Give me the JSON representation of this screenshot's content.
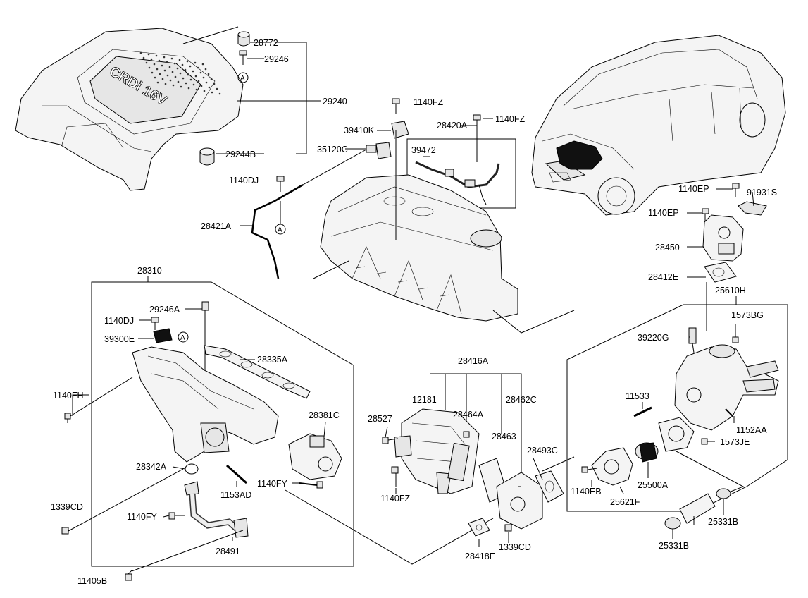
{
  "cover_logo_text": "CRDi 16V",
  "callout_circle": "A",
  "labels": {
    "l28772": "28772",
    "l29246": "29246",
    "l29240": "29240",
    "l29244B": "29244B",
    "l1140FZ_a": "1140FZ",
    "l39410K": "39410K",
    "l35120C": "35120C",
    "l28420A": "28420A",
    "l1140FZ_b": "1140FZ",
    "l39472": "39472",
    "l1140DJ_a": "1140DJ",
    "l28421A": "28421A",
    "l28310": "28310",
    "l29246A": "29246A",
    "l1140DJ_b": "1140DJ",
    "l39300E": "39300E",
    "l28335A": "28335A",
    "l1140FH": "1140FH",
    "l28381C": "28381C",
    "l28342A": "28342A",
    "l1153AD": "1153AD",
    "l1140FY_a": "1140FY",
    "l1339CD_a": "1339CD",
    "l1140FY_b": "1140FY",
    "l28491": "28491",
    "l11405B": "11405B",
    "l28416A": "28416A",
    "l12181": "12181",
    "l28527": "28527",
    "l28464A": "28464A",
    "l28462C": "28462C",
    "l28463": "28463",
    "l28493C": "28493C",
    "l1140FZ_c": "1140FZ",
    "l28418E": "28418E",
    "l1339CD_b": "1339CD",
    "l1140EP_a": "1140EP",
    "l91931S": "91931S",
    "l1140EP_b": "1140EP",
    "l28450": "28450",
    "l28412E": "28412E",
    "l25610H": "25610H",
    "l1573BG": "1573BG",
    "l39220G": "39220G",
    "l11533": "11533",
    "l1152AA": "1152AA",
    "l1573JE": "1573JE",
    "l1140EB": "1140EB",
    "l25621F": "25621F",
    "l25500A": "25500A",
    "l25331B_a": "25331B",
    "l25331B_b": "25331B"
  }
}
